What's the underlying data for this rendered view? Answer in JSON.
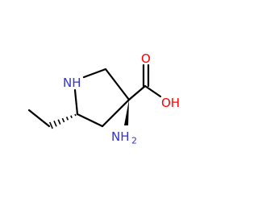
{
  "molecule": {
    "atoms": {
      "ring_n": {
        "text": "NH"
      },
      "carboxyl_oxygen": {
        "text": "OH"
      },
      "carbonyl_oxygen": {
        "text": "O"
      },
      "amino_n": {
        "text": "NH"
      },
      "amino_subscript": {
        "text": "2"
      }
    },
    "colors": {
      "bond": "#000000",
      "nitrogen": "#3333cc",
      "oxygen": "#ff0000"
    }
  }
}
